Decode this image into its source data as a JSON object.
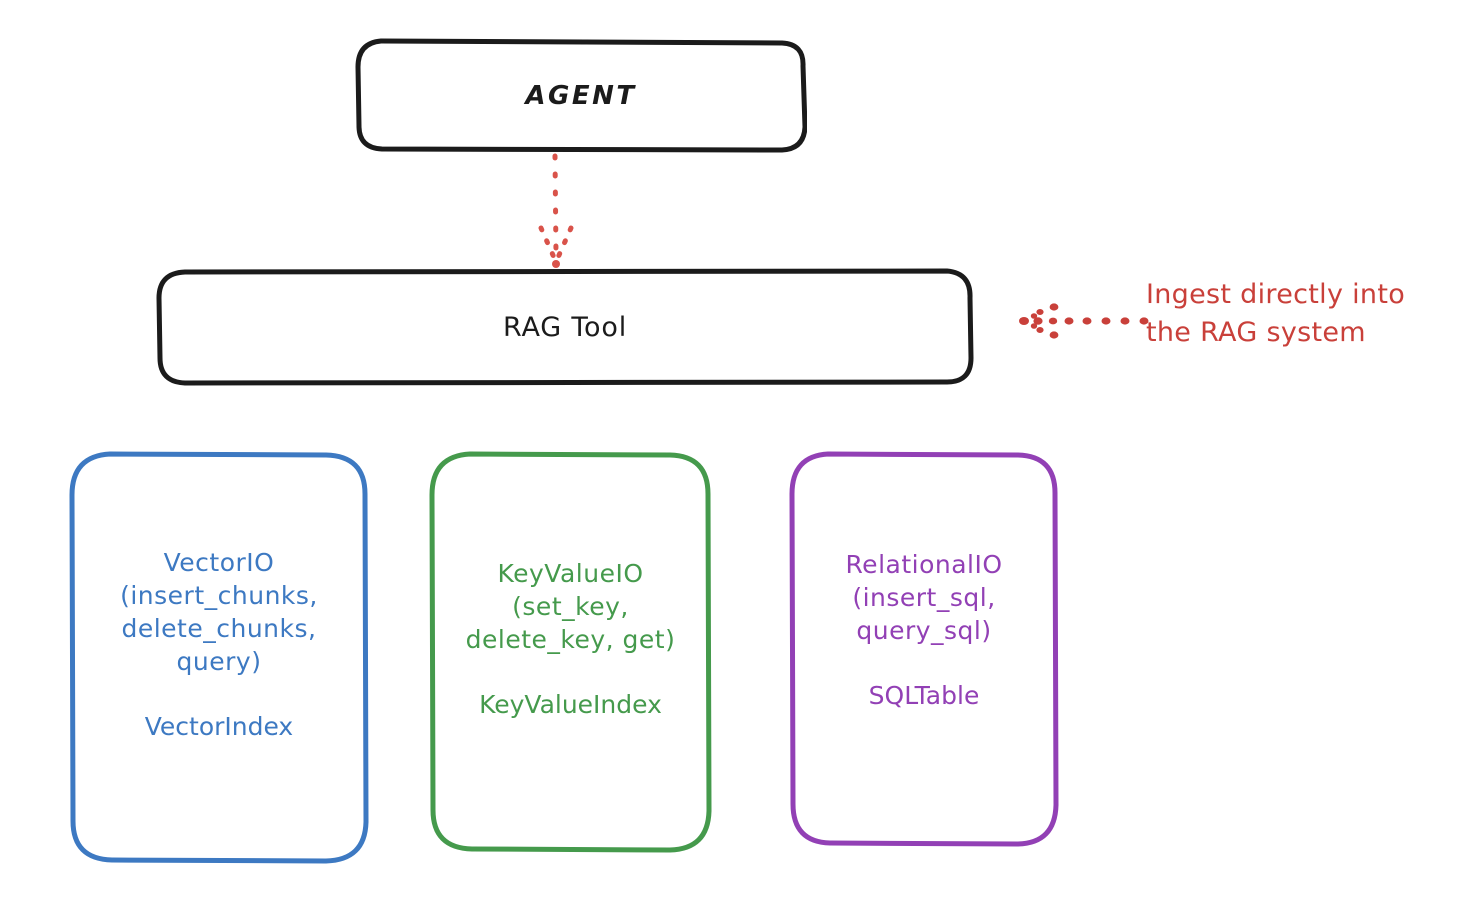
{
  "diagram": {
    "title": "RAG Tool storage abstraction diagram",
    "background_color": "#ffffff",
    "nodes": {
      "agent": {
        "label": "AGENT",
        "border_color": "#1b1b1b",
        "text_color": "#1b1b1b"
      },
      "rag_tool": {
        "label": "RAG Tool",
        "border_color": "#1b1b1b",
        "text_color": "#1b1b1b"
      },
      "vector_io": {
        "label": "VectorIO\n(insert_chunks,\ndelete_chunks,\nquery)",
        "secondary_label": "VectorIndex",
        "border_color": "#3d79c2",
        "text_color": "#3d79c2"
      },
      "key_value_io": {
        "label": "KeyValueIO\n(set_key,\ndelete_key, get)",
        "secondary_label": "KeyValueIndex",
        "border_color": "#459a4c",
        "text_color": "#459a4c"
      },
      "relational_io": {
        "label": "RelationalIO\n(insert_sql,\nquery_sql)",
        "secondary_label": "SQLTable",
        "border_color": "#9240b5",
        "text_color": "#9240b5"
      }
    },
    "annotations": {
      "ingest": {
        "text": "Ingest directly into\nthe RAG system",
        "color": "#c9403a",
        "arrow_direction": "left",
        "arrow_style": "dotted"
      }
    },
    "connectors": {
      "agent_to_rag_tool": {
        "from": "agent",
        "to": "rag_tool",
        "color": "#d9534a",
        "style": "dashed",
        "direction": "down"
      }
    }
  }
}
